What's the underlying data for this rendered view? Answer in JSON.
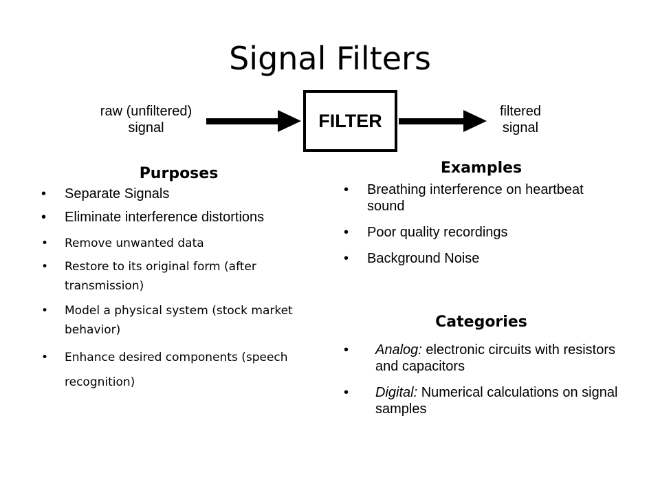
{
  "slide": {
    "title": "Signal Filters"
  },
  "diagram": {
    "input_label_line1": "raw (unfiltered)",
    "input_label_line2": "signal",
    "filter_label": "FILTER",
    "output_label_line1": "filtered",
    "output_label_line2": "signal"
  },
  "purposes": {
    "heading": "Purposes",
    "items": [
      "Separate Signals",
      "Eliminate interference distortions",
      "Remove unwanted data",
      "Restore to its original form (after transmission)",
      "Model a physical system (stock market behavior)",
      "Enhance desired components (speech recognition)"
    ]
  },
  "examples": {
    "heading": "Examples",
    "items": [
      "Breathing interference on heartbeat sound",
      "Poor quality recordings",
      "Background Noise"
    ]
  },
  "categories": {
    "heading": "Categories",
    "items": [
      {
        "term": "Analog:",
        "text": " electronic circuits with resistors and capacitors"
      },
      {
        "term": "Digital:",
        "text": " Numerical calculations on signal samples"
      }
    ]
  },
  "bullet_glyph": "•"
}
